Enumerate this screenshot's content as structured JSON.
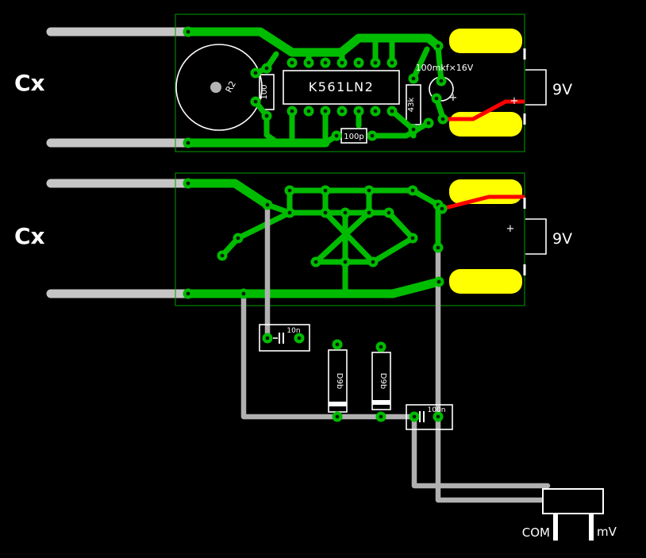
{
  "colors": {
    "trace": "#00bc00",
    "board_edge": "#00a000",
    "hole": "#002000",
    "yellow": "#ffff00",
    "wire": "#b0b0b0",
    "probe": "#c6c6c6",
    "red": "#ff0000",
    "white": "#ffffff",
    "dot": "#b4b4b4"
  },
  "labels": {
    "probe_top": "Cx",
    "probe_bottom": "Cx",
    "board1": {
      "ic": "K561LN2",
      "cap_r2": "R2",
      "res_100": "100",
      "res_43k": "43k",
      "cap_100p": "100p",
      "cap_electrolytic": "100mkf×16V",
      "cap_plus": "+",
      "battery_plus": "+",
      "battery_voltage": "9V"
    },
    "board2": {
      "battery_plus": "+",
      "battery_voltage": "9V"
    },
    "external": {
      "cap_10n": "10n",
      "diode_1": "D9b",
      "diode_2": "D9b",
      "cap_100n": "100n",
      "meter_com": "COM",
      "meter_mv": "mV"
    }
  }
}
